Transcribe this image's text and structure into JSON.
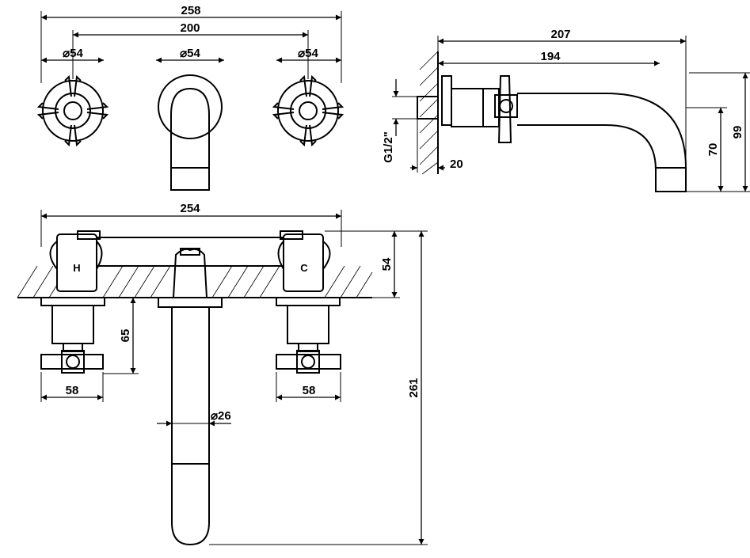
{
  "dimensions": {
    "overall_width": "258",
    "valve_spacing": "200",
    "dia_left": "⌀54",
    "dia_center": "⌀54",
    "dia_right": "⌀54",
    "side_projection": "207",
    "side_spout_reach": "194",
    "side_thread": "G1/2\"",
    "side_thread_depth": "20",
    "side_height_70": "70",
    "side_height_99": "99",
    "plan_width": "254",
    "plan_depth": "54",
    "handle_projection": "65",
    "handle_left": "58",
    "handle_right": "58",
    "spout_dia": "⌀26",
    "spout_length": "261"
  },
  "labels": {
    "hot": "H",
    "cold": "C"
  }
}
